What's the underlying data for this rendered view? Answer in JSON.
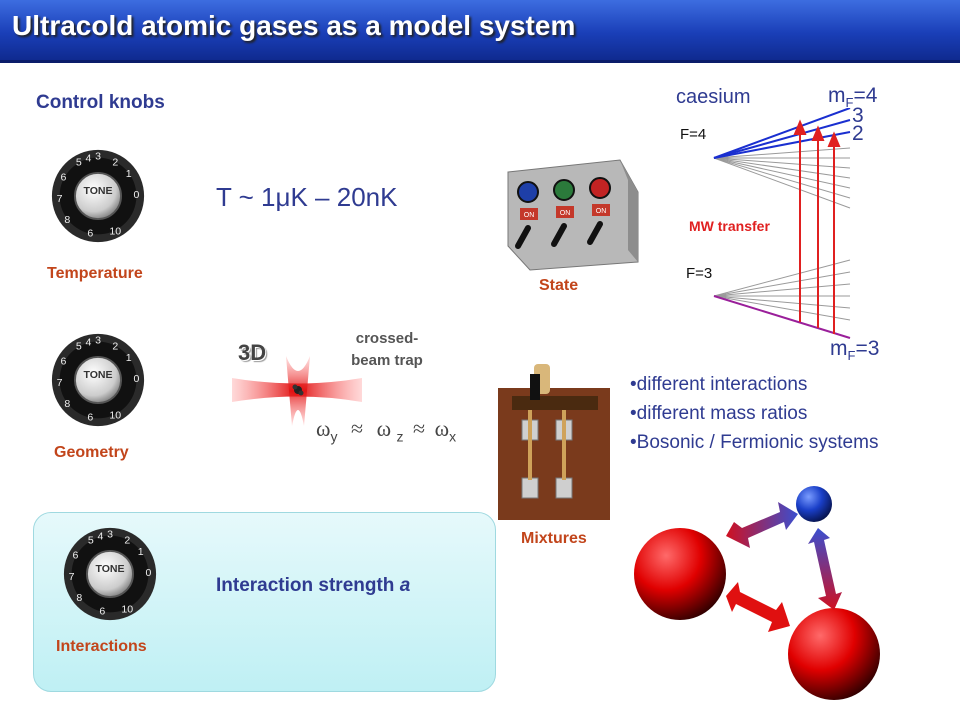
{
  "title": "Ultracold atomic gases as a model system",
  "subtitle": "Control knobs",
  "knobs": {
    "temperature": "Temperature",
    "geometry": "Geometry",
    "interactions": "Interactions",
    "cap_text": "TONE"
  },
  "temperature_range": "T ~ 1μK – 20nK",
  "trap": {
    "dimension": "3D",
    "type_line1": "crossed-",
    "type_line2": "beam trap",
    "omega_symbol": "ω",
    "omega_sub_y": "y",
    "omega_sub_z": "z",
    "omega_sub_x": "x",
    "approx": "≈"
  },
  "state_label": "State",
  "mixtures_label": "Mixtures",
  "interaction_strength": {
    "text": "Interaction strength ",
    "symbol": "a"
  },
  "level_diagram": {
    "element": "caesium",
    "upper_F": "F=4",
    "lower_F": "F=3",
    "mw_label": "MW transfer",
    "mf_prefix": "m",
    "mf_sub": "F",
    "mf_upper_value": "=4",
    "mf_lower_value": "=3",
    "mf_3": "3",
    "mf_2": "2"
  },
  "bullets": [
    "different interactions",
    "different mass ratios",
    "Bosonic / Fermionic systems"
  ],
  "switch_labels": [
    "ON",
    "ON",
    "ON"
  ],
  "colors": {
    "title_bar": "#1a3fb8",
    "text_blue": "#2f3b91",
    "label_orange": "#c2451b",
    "mw_red": "#e02020",
    "purple": "#9a1f9a"
  }
}
